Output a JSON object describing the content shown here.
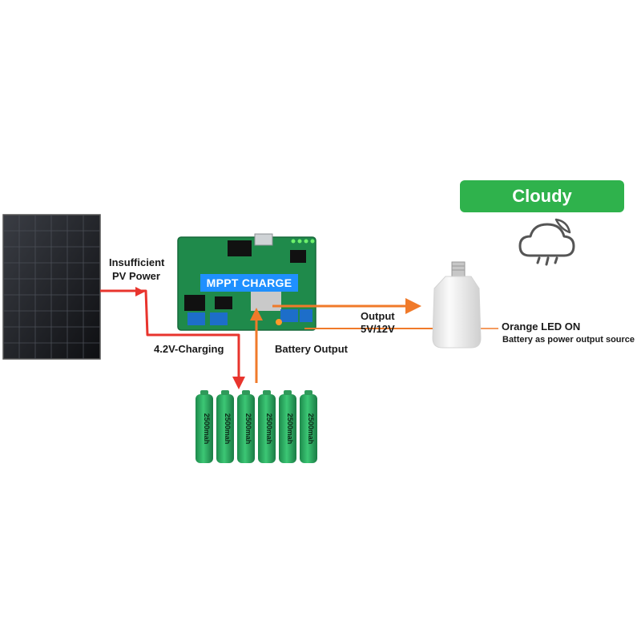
{
  "weather": {
    "label": "Cloudy",
    "badge_color": "#2fb24c"
  },
  "controller": {
    "title": "MPPT CHARGE"
  },
  "labels": {
    "pv_power": [
      "Insufficient",
      "PV Power"
    ],
    "charging": "4.2V-Charging",
    "battery_output": "Battery Output",
    "output": [
      "Output",
      "5V/12V"
    ],
    "led_status": "Orange LED ON",
    "led_note": "Battery as power output source"
  },
  "batteries": {
    "count": 6,
    "capacity_label": "2500mah"
  },
  "colors": {
    "charge_line": "#e8342d",
    "output_line": "#f07a2a",
    "battery_green": "#27a35c",
    "pcb_green": "#1f8a4b",
    "title_bar": "#1f90ff"
  },
  "icons": [
    "cloud-rain-icon",
    "moon-icon"
  ]
}
